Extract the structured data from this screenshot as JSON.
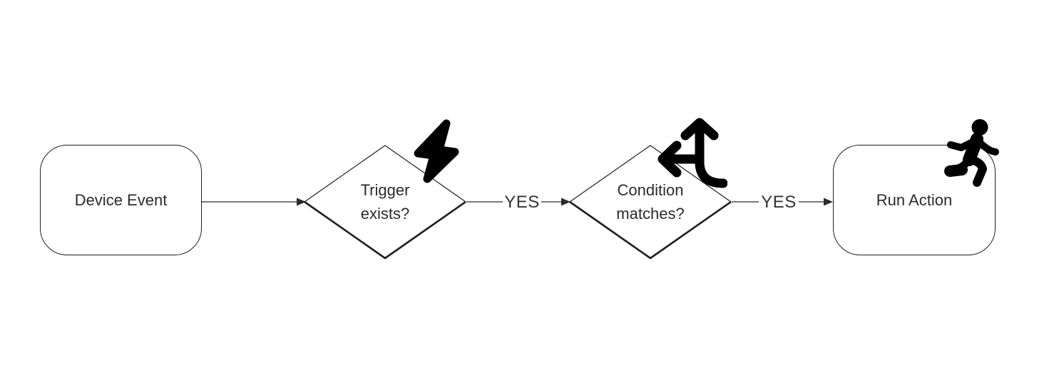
{
  "diagram_type": "flowchart",
  "colors": {
    "background": "#ffffff",
    "shape_stroke": "#1f1f1f",
    "connector_line": "#4d4d4d",
    "arrowhead": "#2b2b2b",
    "icon": "#000000",
    "text": "#2b2b2b"
  },
  "flowchart": {
    "nodes": [
      {
        "id": "device-event",
        "type": "rounded-rect",
        "label": "Device Event"
      },
      {
        "id": "trigger-exists",
        "type": "decision",
        "label": "Trigger exists?",
        "label_lines": [
          "Trigger",
          "exists?"
        ],
        "icon": "lightning"
      },
      {
        "id": "condition-matches",
        "type": "decision",
        "label": "Condition matches?",
        "label_lines": [
          "Condition",
          "matches?"
        ],
        "icon": "split-arrows"
      },
      {
        "id": "run-action",
        "type": "rounded-rect",
        "label": "Run Action",
        "icon": "running-person"
      }
    ],
    "edges": [
      {
        "from": "device-event",
        "to": "trigger-exists",
        "label": ""
      },
      {
        "from": "trigger-exists",
        "to": "condition-matches",
        "label": "YES"
      },
      {
        "from": "condition-matches",
        "to": "run-action",
        "label": "YES"
      }
    ]
  }
}
